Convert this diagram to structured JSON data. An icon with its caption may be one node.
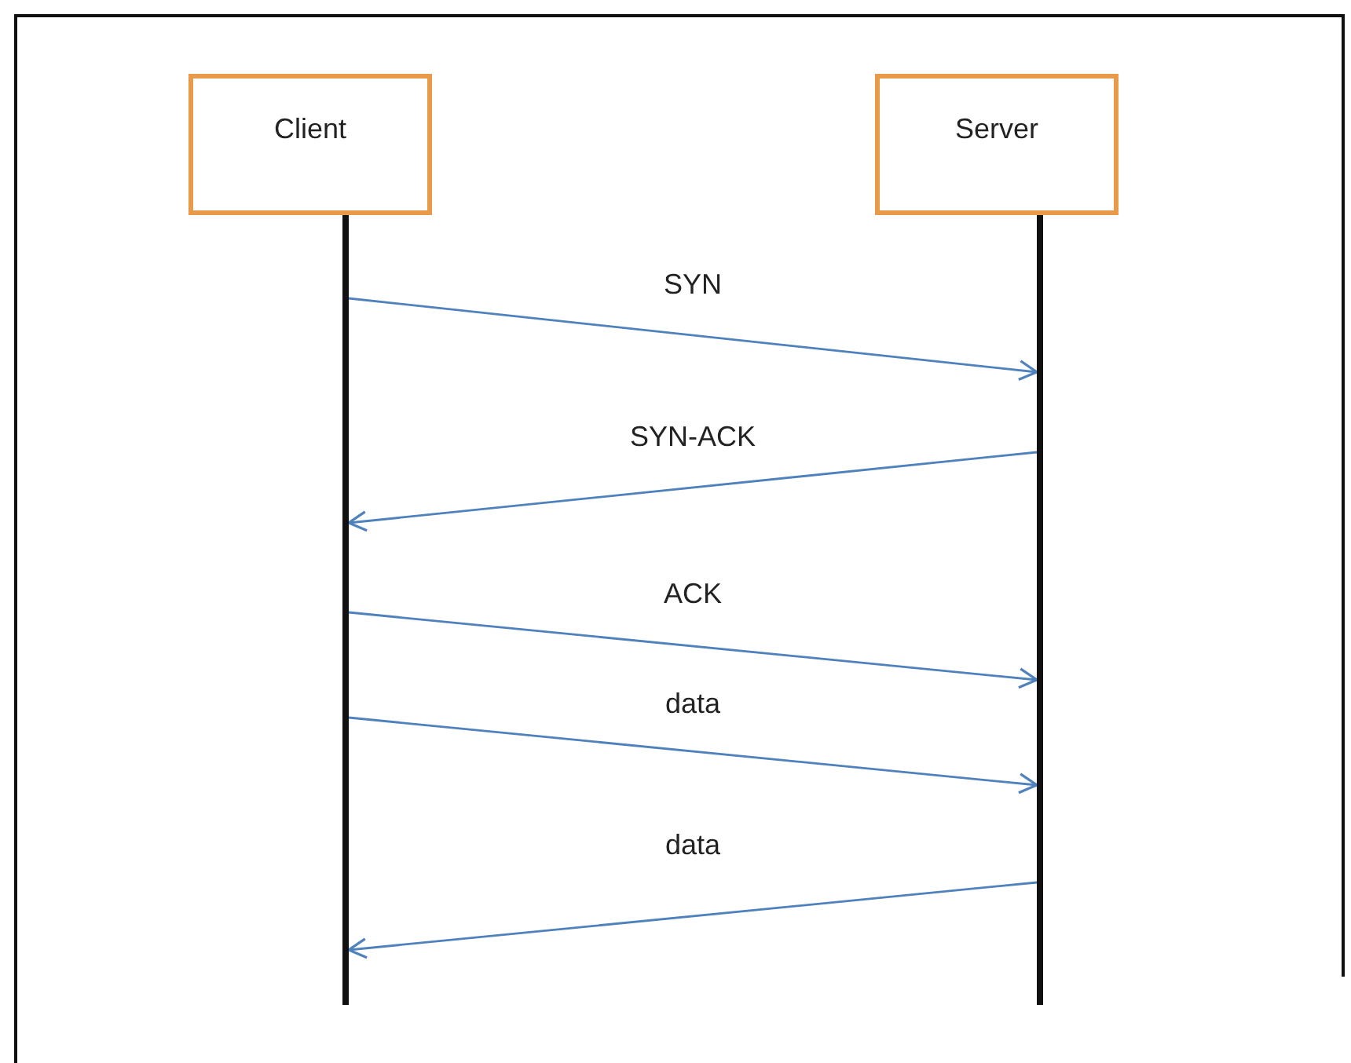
{
  "diagram": {
    "nodes": [
      {
        "text": [
          "Client"
        ]
      },
      {
        "text": [
          "Server"
        ]
      },
      {
        "text": [],
        "shape": "bar"
      },
      {
        "text": [],
        "shape": "bar"
      }
    ],
    "edges": [
      {
        "from": 2,
        "to": 3,
        "arrow": "to",
        "label": "SYN"
      },
      {
        "from": 3,
        "to": 2,
        "arrow": "to",
        "label": "SYN-ACK"
      },
      {
        "from": 2,
        "to": 3,
        "arrow": "to",
        "label": "ACK"
      },
      {
        "from": 2,
        "to": 3,
        "arrow": "to",
        "label": "data"
      },
      {
        "from": 3,
        "to": 2,
        "arrow": "to",
        "label": "data"
      }
    ]
  }
}
